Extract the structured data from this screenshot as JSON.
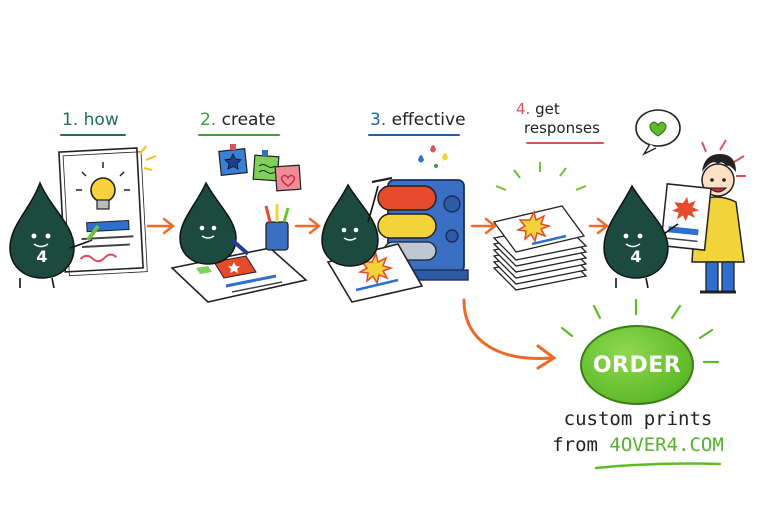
{
  "steps": [
    {
      "number": "1.",
      "label": "how",
      "color": "#1f6f5c"
    },
    {
      "number": "2.",
      "label": "create",
      "color": "#3aa23a"
    },
    {
      "number": "3.",
      "label": "effective",
      "color": "#1f5fb0"
    },
    {
      "number": "4.",
      "label_line1": "get",
      "label_line2": "responses",
      "color": "#e0505a"
    }
  ],
  "mascot_badge": "4",
  "order_button": {
    "label": "ORDER",
    "color": "#5fba2a"
  },
  "cta": {
    "line1": "custom prints",
    "line2_prefix": "from ",
    "site": "4OVER4.COM"
  },
  "colors": {
    "mascot": "#1c4a3e",
    "arrow": "#ee6a2a",
    "press_blue": "#3a6fc4",
    "press_red": "#e54a2a",
    "press_yellow": "#f2d33a",
    "accent_green": "#5fba2a"
  },
  "icons": [
    "lightbulb-icon",
    "star-icon",
    "heart-icon",
    "starburst-icon"
  ]
}
